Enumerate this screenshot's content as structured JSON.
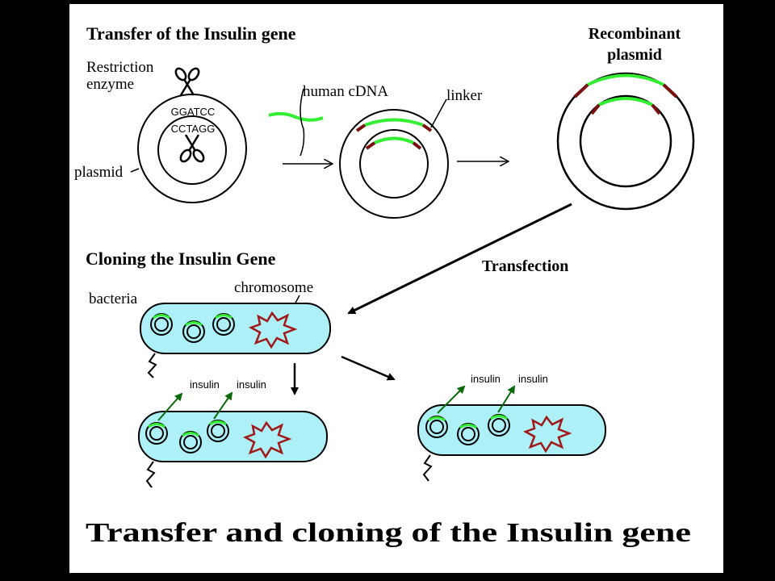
{
  "titles": {
    "transfer": "Transfer of the Insulin gene",
    "recombinant_line1": "Recombinant",
    "recombinant_line2": "plasmid",
    "cloning": "Cloning the Insulin Gene",
    "transfection": "Transfection",
    "main": "Transfer and cloning of the Insulin gene"
  },
  "labels": {
    "restriction_line1": "Restriction",
    "restriction_line2": "enzyme",
    "seq_top": "GGATCC",
    "seq_bottom": "CCTAGG",
    "plasmid": "plasmid",
    "human_cdna": "human cDNA",
    "linker": "linker",
    "bacteria": "bacteria",
    "chromosome": "chromosome",
    "insulin": "insulin"
  },
  "colors": {
    "background": "#000000",
    "panel": "#ffffff",
    "ink": "#000000",
    "cdna_green": "#33ee33",
    "linker_red": "#7a1010",
    "bacteria_fill": "#aef0f7",
    "chromosome_red": "#a01818",
    "arrow_green": "#0a6a0a"
  },
  "icons": {
    "scissors": "scissors-icon"
  }
}
